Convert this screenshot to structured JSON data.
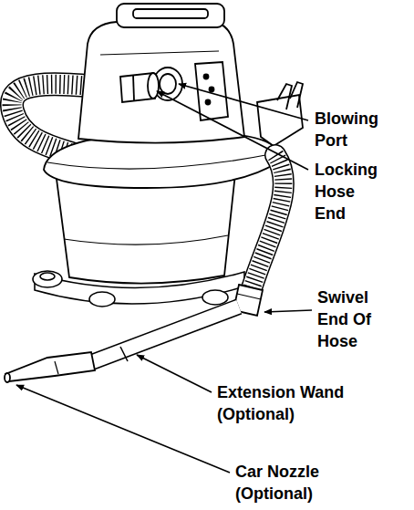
{
  "diagram": {
    "labels": [
      "Blowing Port",
      "Locking Hose End",
      "Swivel End Of Hose",
      "Extension Wand (Optional)",
      "Car Nozzle (Optional)"
    ]
  }
}
